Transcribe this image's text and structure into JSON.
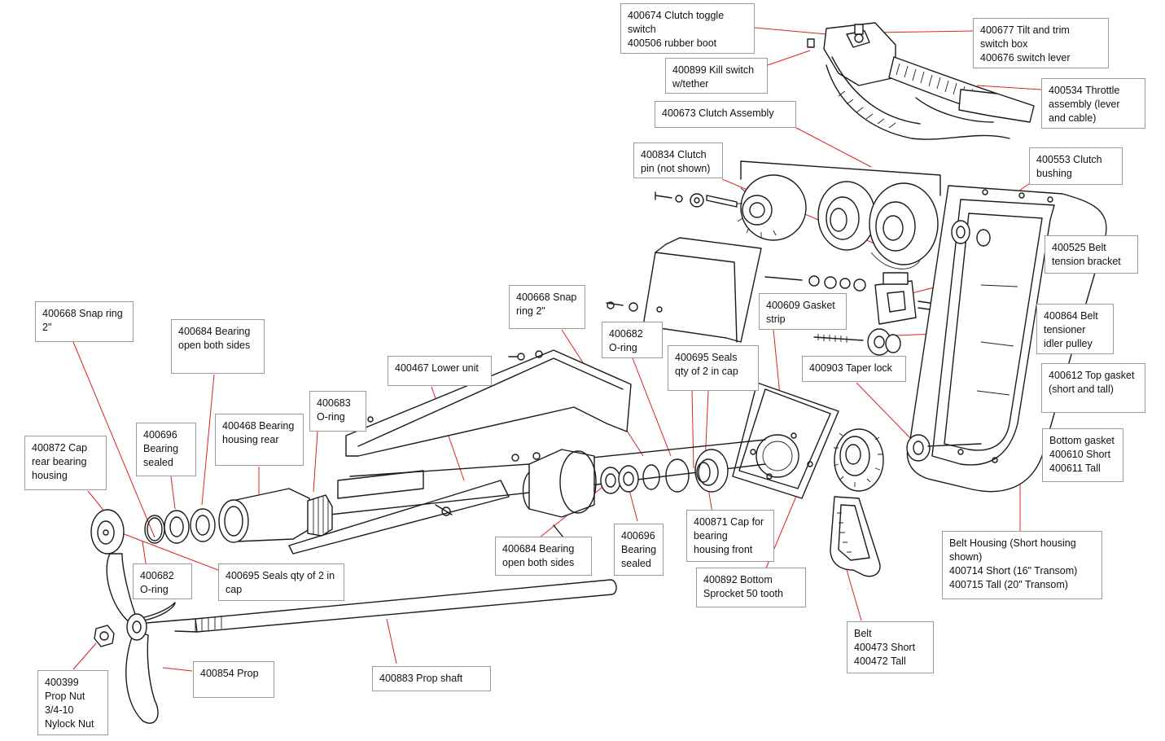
{
  "callouts": {
    "clutch_toggle_switch": {
      "lines": [
        "400674 Clutch toggle",
        "switch",
        "400506 rubber boot"
      ]
    },
    "tilt_trim_switch_box": {
      "lines": [
        "400677 Tilt and trim",
        "switch  box",
        "400676 switch lever"
      ]
    },
    "kill_switch": {
      "lines": [
        "400899 Kill switch",
        "w/tether"
      ]
    },
    "throttle_assembly": {
      "lines": [
        "400534 Throttle",
        "assembly (lever",
        "and cable)"
      ]
    },
    "clutch_assembly": {
      "lines": [
        "400673 Clutch Assembly"
      ]
    },
    "clutch_pin": {
      "lines": [
        "400834 Clutch",
        "pin (not shown)"
      ]
    },
    "clutch_bushing": {
      "lines": [
        "400553 Clutch",
        "bushing"
      ]
    },
    "belt_tension_bracket": {
      "lines": [
        "400525 Belt",
        "tension bracket"
      ]
    },
    "snap_ring_mid": {
      "lines": [
        "400668 Snap",
        "ring 2\""
      ]
    },
    "gasket_strip": {
      "lines": [
        "400609 Gasket",
        "strip"
      ]
    },
    "belt_tensioner_idler": {
      "lines": [
        "400864 Belt",
        "tensioner",
        "idler pulley"
      ]
    },
    "oring_mid": {
      "lines": [
        "400682",
        "O-ring"
      ]
    },
    "seals_cap_mid": {
      "lines": [
        "400695 Seals",
        "qty of 2 in cap"
      ]
    },
    "taper_lock": {
      "lines": [
        "400903 Taper lock"
      ]
    },
    "top_gasket": {
      "lines": [
        "400612 Top gasket",
        "(short and tall)"
      ]
    },
    "snap_ring_left": {
      "lines": [
        "400668 Snap ring",
        "2\""
      ]
    },
    "bearing_open_left": {
      "lines": [
        "400684 Bearing",
        "open both sides"
      ]
    },
    "lower_unit": {
      "lines": [
        "400467 Lower unit"
      ]
    },
    "oring_upper": {
      "lines": [
        "400683",
        "O-ring"
      ]
    },
    "bottom_gasket": {
      "lines": [
        "Bottom gasket",
        "400610 Short",
        "400611 Tall"
      ]
    },
    "bearing_sealed_left": {
      "lines": [
        "400696",
        "Bearing",
        "sealed"
      ]
    },
    "bearing_housing_rear": {
      "lines": [
        "400468 Bearing",
        "housing rear"
      ]
    },
    "cap_rear_bearing": {
      "lines": [
        "400872 Cap",
        "rear bearing",
        "housing"
      ]
    },
    "cap_bearing_front": {
      "lines": [
        "400871 Cap for",
        "bearing",
        "housing  front"
      ]
    },
    "belt_housing": {
      "lines": [
        "Belt Housing  (Short housing",
        "shown)",
        "400714 Short (16\" Transom)",
        "400715 Tall (20\" Transom)"
      ]
    },
    "bearing_open_mid": {
      "lines": [
        "400684 Bearing",
        "open both sides"
      ]
    },
    "bearing_sealed_mid": {
      "lines": [
        "400696",
        "Bearing",
        "sealed"
      ]
    },
    "oring_lower": {
      "lines": [
        "400682",
        "O-ring"
      ]
    },
    "seals_cap_lower": {
      "lines": [
        "400695 Seals qty of 2 in",
        "cap"
      ]
    },
    "bottom_sprocket": {
      "lines": [
        "400892 Bottom",
        "Sprocket 50 tooth"
      ]
    },
    "belt": {
      "lines": [
        "Belt",
        "400473 Short",
        "400472 Tall"
      ]
    },
    "prop_nut": {
      "lines": [
        "400399",
        "Prop Nut",
        "3/4-10",
        "Nylock Nut"
      ]
    },
    "prop": {
      "lines": [
        "400854 Prop"
      ]
    },
    "prop_shaft": {
      "lines": [
        "400883 Prop shaft"
      ]
    }
  },
  "colors": {
    "leader": "#e02020",
    "box_border": "#9a9a9a",
    "ink": "#1a1a1a"
  }
}
